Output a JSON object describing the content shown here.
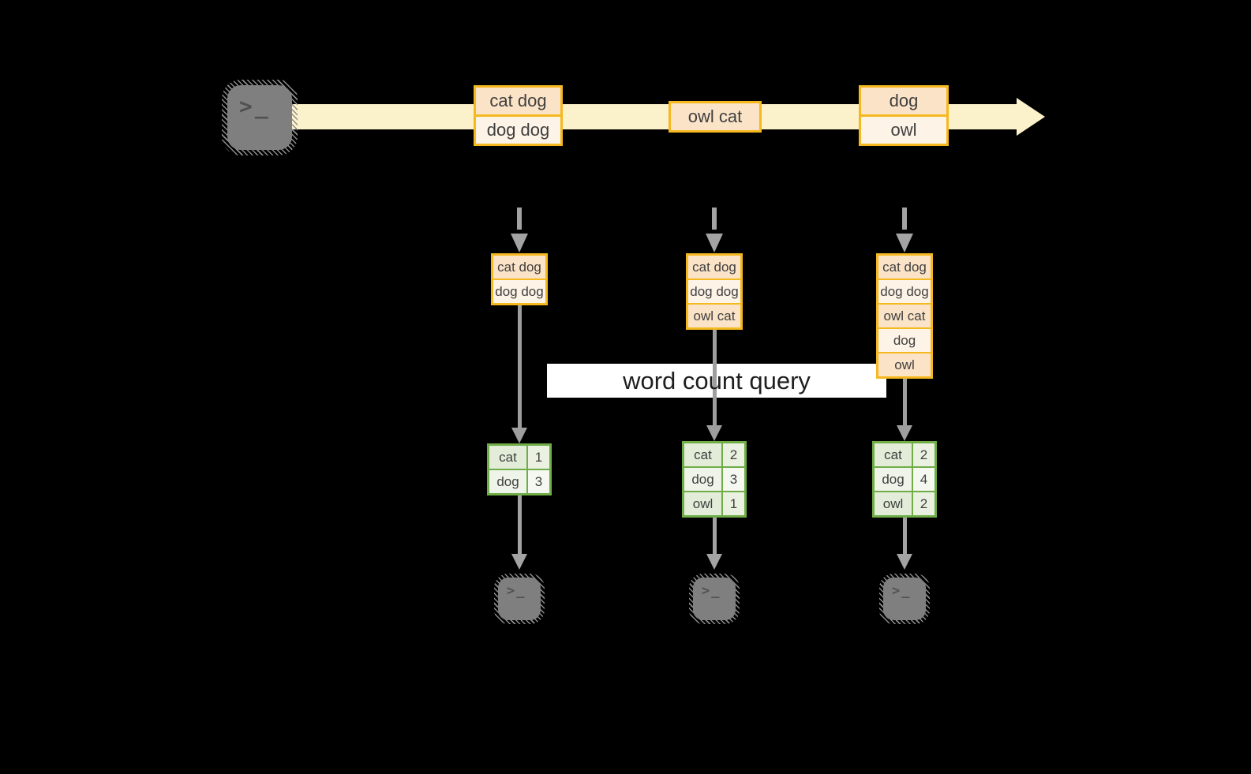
{
  "colors": {
    "background": "#000000",
    "stream_fill": "#fbf1cb",
    "event_border": "#f5b81f",
    "event_fill_a": "#fbe3c7",
    "event_fill_b": "#fdf3e6",
    "table_border": "#70ad47",
    "table_fill_a": "#e2ecd8",
    "table_fill_a_count": "#eaf1e1",
    "table_fill_b": "#eef4e9",
    "table_fill_b_count": "#f4f8f0",
    "arrow_gray": "#a3a3a3",
    "connector_gray": "#9e9e9e",
    "terminal_gray": "#7f7f7f",
    "terminal_glyph_color": "#515151",
    "text_dark": "#3f3f3f",
    "banner_bg": "#ffffff",
    "banner_text": "#1f1f1f"
  },
  "icons": {
    "source_terminal": "terminal-icon",
    "sink_terminal": "terminal-icon",
    "stream_arrowhead": "right-arrow-icon",
    "terminal_glyph": ">_"
  },
  "stream": {
    "events": [
      {
        "rows": [
          "cat dog",
          "dog dog"
        ]
      },
      {
        "rows": [
          "owl cat"
        ]
      },
      {
        "rows": [
          "dog",
          "owl"
        ]
      }
    ]
  },
  "query_banner": {
    "label": "word count query"
  },
  "columns": [
    {
      "state_rows": [
        "cat dog",
        "dog dog"
      ],
      "counts": [
        {
          "word": "cat",
          "count": "1"
        },
        {
          "word": "dog",
          "count": "3"
        }
      ]
    },
    {
      "state_rows": [
        "cat dog",
        "dog dog",
        "owl cat"
      ],
      "counts": [
        {
          "word": "cat",
          "count": "2"
        },
        {
          "word": "dog",
          "count": "3"
        },
        {
          "word": "owl",
          "count": "1"
        }
      ]
    },
    {
      "state_rows": [
        "cat dog",
        "dog dog",
        "owl cat",
        "dog",
        "owl"
      ],
      "counts": [
        {
          "word": "cat",
          "count": "2"
        },
        {
          "word": "dog",
          "count": "4"
        },
        {
          "word": "owl",
          "count": "2"
        }
      ]
    }
  ]
}
